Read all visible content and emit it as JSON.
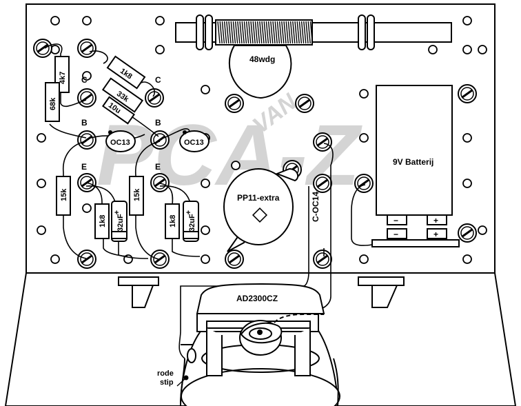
{
  "watermark": {
    "small": "VAN",
    "big": "PCA-Z"
  },
  "resistors": {
    "r_1k8_top": "1k8",
    "r_4k7": "4k7",
    "r_68k": "68k",
    "r_33k": "33k",
    "r_15k_a": "15k",
    "r_15k_b": "15k",
    "r_1k8_a": "1k8",
    "r_1k8_b": "1k8"
  },
  "capacitors": {
    "c_10u": "10u",
    "c_32u_a": "32uF",
    "c_32u_b": "32uF",
    "plus": "+"
  },
  "transistors": {
    "t1": "OC13",
    "t2": "OC13",
    "c_label": "C",
    "b_label": "B",
    "e_label": "E",
    "oc14": "C-OC14"
  },
  "coil": {
    "label": "48wdg"
  },
  "crystal": {
    "label": "PP11-extra"
  },
  "battery": {
    "label": "9V Batterij",
    "minus": "−",
    "plus": "+"
  },
  "earphone": {
    "label": "AD2300CZ"
  },
  "red_stripe": {
    "line1": "rode",
    "line2": "stip"
  },
  "colors": {
    "ink": "#000000",
    "paper": "#ffffff",
    "watermark": "#d4d4d4"
  }
}
